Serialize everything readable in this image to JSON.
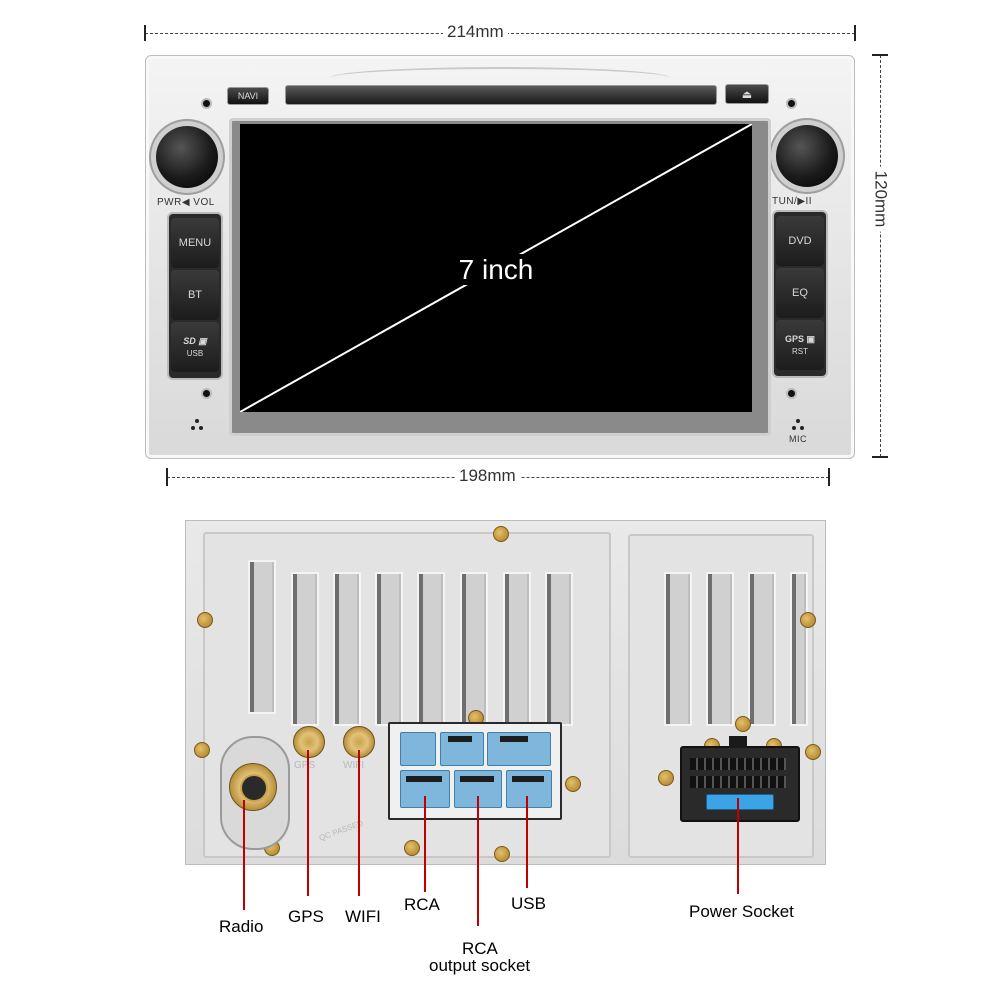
{
  "dimensions": {
    "width_top": "214mm",
    "height_right": "120mm",
    "width_bottom": "198mm"
  },
  "front_panel": {
    "navi_button": "NAVI",
    "eject_symbol": "⏏",
    "screen_label": "7 inch",
    "left_knob_label": "PWR◀ VOL",
    "right_knob_label": "TUN/▶II",
    "left_buttons": [
      {
        "label": "MENU"
      },
      {
        "label": "BT"
      },
      {
        "label": "SD ▣",
        "sub": "USB"
      }
    ],
    "right_buttons": [
      {
        "label": "DVD"
      },
      {
        "label": "EQ"
      },
      {
        "label": "GPS ▣",
        "sub": "RST"
      }
    ],
    "mic_label": "MIC"
  },
  "rear_panel": {
    "faint_gps": "GPS",
    "faint_wifi": "WIFI",
    "faint_stamp": "QC PASSED"
  },
  "callouts": {
    "radio": "Radio",
    "gps": "GPS",
    "wifi": "WIFI",
    "rca": "RCA",
    "usb": "USB",
    "rca_output_line1": "RCA",
    "rca_output_line2": "output socket",
    "power_socket": "Power Socket"
  },
  "colors": {
    "callout_line": "#c00000",
    "connector_blue": "#7fb7dc",
    "fuse_blue": "#3aa4e6",
    "antenna_gold": "#c9a24a"
  }
}
